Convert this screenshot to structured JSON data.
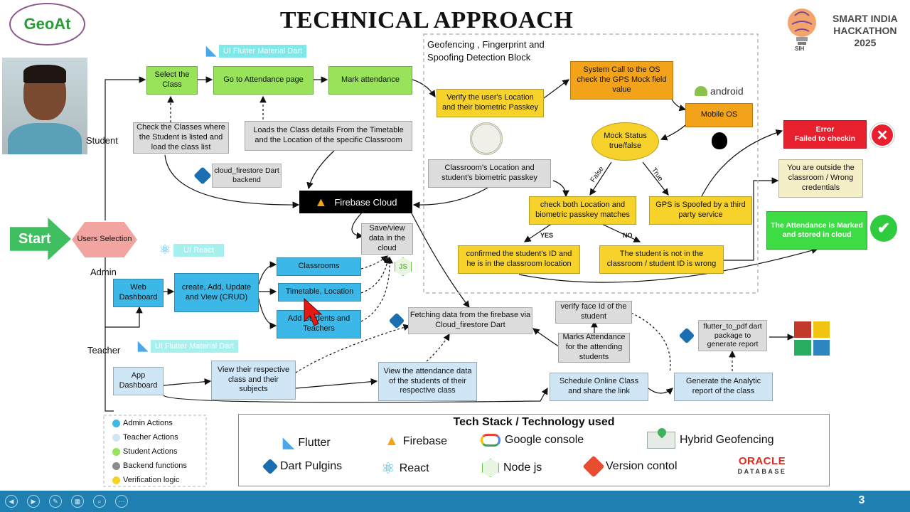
{
  "header": {
    "title": "TECHNICAL APPROACH",
    "logo_text": "GeoAt",
    "sih_line1": "SMART INDIA",
    "sih_line2": "HACKATHON",
    "sih_line3": "2025",
    "sih_short": "SIH"
  },
  "roles": {
    "student": "Student",
    "admin": "Admin",
    "teacher": "Teacher"
  },
  "start": {
    "label": "Start",
    "users_selection": "Users Selection"
  },
  "tags": {
    "flutter_top": "UI Flutter Material Dart",
    "react": "UI React",
    "flutter_teacher": "UI Flutter Material Dart"
  },
  "student_flow": {
    "select_class": "Select the Class",
    "goto_attendance": "Go to Attendance page",
    "mark_attendance": "Mark attendance",
    "check_classes": "Check the Classes where the Student is listed and load the class list",
    "load_details": "Loads the Class details From the Timetable and the Location of the specific Classroom",
    "cloud_firestore": "cloud_firestore Dart backend"
  },
  "firebase": {
    "label": "Firebase Cloud",
    "save_view": "Save/view data in the cloud"
  },
  "admin_flow": {
    "web_dashboard": "Web Dashboard",
    "crud": "create, Add, Update and View (CRUD)",
    "classrooms": "Classrooms",
    "timetable": "Timetable, Location",
    "add_students": "Add Students and Teachers"
  },
  "teacher_flow": {
    "app_dashboard": "App Dashboard",
    "view_class": "View their respective class and their subjects",
    "fetch_data": "Fetching data from the firebase via Cloud_firestore Dart",
    "view_attendance": "View the attendance data of the students of their respective class",
    "verify_face": "verify face Id of the student",
    "marks_attendance": "Marks Attendance for the attending students",
    "schedule": "Schedule Online Class and share the link",
    "flutter_to_pdf": "flutter_to_pdf dart package to generate report",
    "analytic_report": "Generate the Analytic report of the class"
  },
  "geofence": {
    "block_title": "Geofencing , Fingerprint and Spoofing Detection Block",
    "verify_location": "Verify the user's Location and their biometric Passkey",
    "system_call": "System Call to the OS check the GPS Mock field value",
    "android": "android",
    "mobile_os": "Mobile OS",
    "mock_status": "Mock Status true/false",
    "classroom_location": "Classroom's Location and student's biometric passkey",
    "check_both": "check both Location and biometric passkey matches",
    "gps_spoofed": "GPS is Spoofed by a third party service",
    "false_label": "False",
    "true_label": "True",
    "yes_label": "YES",
    "no_label": "NO",
    "confirmed": "confirmed the student's ID and he is in the classroom location",
    "not_in_class": "The student is not in the classroom / student ID is wrong"
  },
  "outcomes": {
    "error_title": "Error",
    "error_msg": "Failed to checkin",
    "outside": "You are outside the classroom / Wrong credentials",
    "marked": "The Attendance is Marked and stored in cloud"
  },
  "legend": [
    {
      "label": "Admin Actions",
      "color": "#3cb8e8"
    },
    {
      "label": "Teacher Actions",
      "color": "#cfe6f6"
    },
    {
      "label": "Student Actions",
      "color": "#98e35a"
    },
    {
      "label": "Backend functions",
      "color": "#8c8c8c"
    },
    {
      "label": "Verification logic",
      "color": "#f7d22a"
    }
  ],
  "tech_stack": {
    "title": "Tech Stack / Technology used",
    "items": [
      "Flutter",
      "Firebase",
      "Google console",
      "Hybrid Geofencing",
      "Dart Pulgins",
      "React",
      "Node js",
      "Version contol"
    ],
    "oracle_line1": "ORACLE",
    "oracle_line2": "DATABASE"
  },
  "footer": {
    "page_number": "3"
  }
}
